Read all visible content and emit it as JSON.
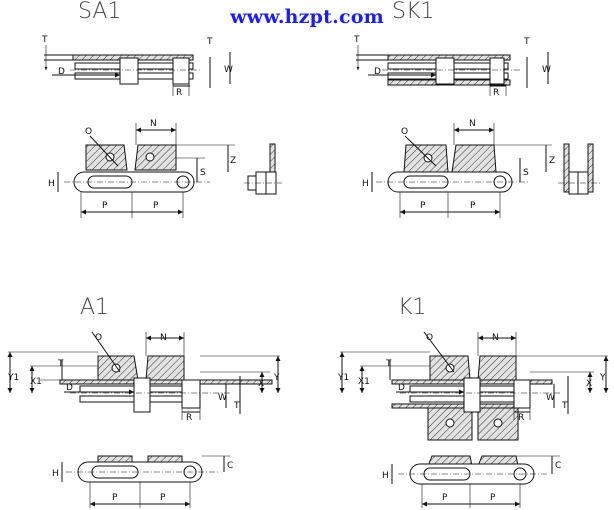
{
  "website": "www.hzpt.com",
  "variants": {
    "sa1": {
      "title": "SA1"
    },
    "sk1": {
      "title": "SK1"
    },
    "a1": {
      "title": "A1"
    },
    "k1": {
      "title": "K1"
    }
  },
  "labels": {
    "T": "T",
    "D": "D",
    "W": "W",
    "R": "R",
    "N": "N",
    "O": "O",
    "H": "H",
    "S": "S",
    "Z": "Z",
    "P": "P",
    "X": "X",
    "X1": "X1",
    "Y": "Y",
    "Y1": "Y1",
    "C": "C"
  },
  "colors": {
    "url": "#1b1bff",
    "line": "#111111",
    "title": "#444444"
  }
}
